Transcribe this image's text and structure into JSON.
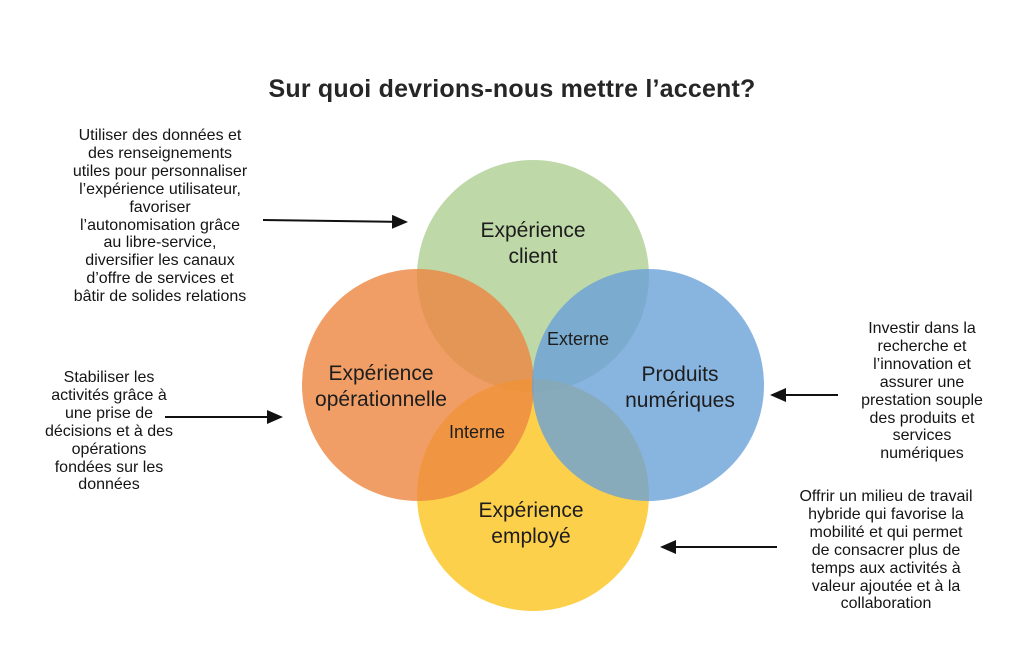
{
  "title": "Sur quoi devrions-nous mettre l’accent?",
  "colors": {
    "client_green": "#AECE92",
    "operational_orange": "#EC8640",
    "digital_blue": "#6AA1D8",
    "employee_yellow": "#FCC41E",
    "text": "#1d1d1d",
    "arrow": "#111111"
  },
  "venn": {
    "circles": [
      {
        "id": "client",
        "label": [
          "Expérience",
          "client"
        ]
      },
      {
        "id": "operational",
        "label": [
          "Expérience",
          "opérationnelle"
        ]
      },
      {
        "id": "digital",
        "label": [
          "Produits",
          "numériques"
        ]
      },
      {
        "id": "employee",
        "label": [
          "Expérience",
          "employé"
        ]
      }
    ],
    "zone_labels": {
      "externe": "Externe",
      "interne": "Interne"
    }
  },
  "annotations": {
    "client": [
      "Utiliser des données et",
      "des renseignements",
      "utiles pour personnaliser",
      "l’expérience utilisateur,",
      "favoriser",
      "l’autonomisation grâce",
      "au libre-service,",
      "diversifier les canaux",
      "d’offre de services et",
      "bâtir de solides relations"
    ],
    "operational": [
      "Stabiliser les",
      "activités grâce à",
      "une prise de",
      "décisions et à des",
      "opérations",
      "fondées sur les",
      "données"
    ],
    "digital": [
      "Investir dans la",
      "recherche et",
      "l’innovation et",
      "assurer une",
      "prestation souple",
      "des produits et",
      "services",
      "numériques"
    ],
    "employee": [
      "Offrir un milieu de travail",
      "hybride qui favorise la",
      "mobilité et qui permet",
      "de consacrer plus de",
      "temps aux activités à",
      "valeur ajoutée et à la",
      "collaboration"
    ]
  }
}
